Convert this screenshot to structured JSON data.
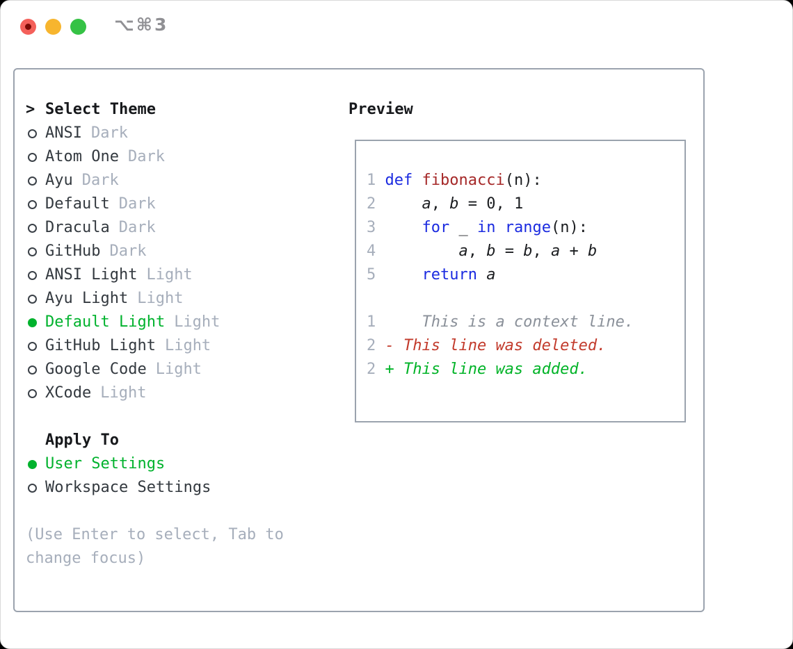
{
  "window": {
    "title": "⌥⌘3",
    "traffic_lights": [
      "close",
      "minimize",
      "zoom"
    ]
  },
  "colors": {
    "selected": "#00b22d",
    "keyword": "#1b2be0",
    "function": "#a52828",
    "deleted": "#c23a2b",
    "added": "#00b327",
    "muted": "#a6aebb",
    "context": "#8a9099",
    "border": "#9ba3ae"
  },
  "theme_selector": {
    "header_prefix": ">",
    "header": "Select Theme",
    "themes": [
      {
        "name": "ANSI",
        "variant": "Dark",
        "selected": false
      },
      {
        "name": "Atom One",
        "variant": "Dark",
        "selected": false
      },
      {
        "name": "Ayu",
        "variant": "Dark",
        "selected": false
      },
      {
        "name": "Default",
        "variant": "Dark",
        "selected": false
      },
      {
        "name": "Dracula",
        "variant": "Dark",
        "selected": false
      },
      {
        "name": "GitHub",
        "variant": "Dark",
        "selected": false
      },
      {
        "name": "ANSI Light",
        "variant": "Light",
        "selected": false
      },
      {
        "name": "Ayu Light",
        "variant": "Light",
        "selected": false
      },
      {
        "name": "Default Light",
        "variant": "Light",
        "selected": true
      },
      {
        "name": "GitHub Light",
        "variant": "Light",
        "selected": false
      },
      {
        "name": "Google Code",
        "variant": "Light",
        "selected": false
      },
      {
        "name": "XCode",
        "variant": "Light",
        "selected": false
      }
    ],
    "apply_to": {
      "header": "Apply To",
      "options": [
        {
          "name": "User Settings",
          "selected": true
        },
        {
          "name": "Workspace Settings",
          "selected": false
        }
      ]
    },
    "help": "(Use Enter to select, Tab to change focus)"
  },
  "preview": {
    "header": "Preview",
    "lines": [
      [
        {
          "c": "num",
          "t": "1"
        },
        {
          "c": "pln",
          "t": " "
        },
        {
          "c": "kw",
          "t": "def"
        },
        {
          "c": "pln",
          "t": " "
        },
        {
          "c": "fn",
          "t": "fibonacci"
        },
        {
          "c": "pln",
          "t": "(n):"
        }
      ],
      [
        {
          "c": "num",
          "t": "2"
        },
        {
          "c": "pln",
          "t": "     "
        },
        {
          "c": "var",
          "t": "a"
        },
        {
          "c": "pln",
          "t": ", "
        },
        {
          "c": "var",
          "t": "b"
        },
        {
          "c": "pln",
          "t": " = 0, 1"
        }
      ],
      [
        {
          "c": "num",
          "t": "3"
        },
        {
          "c": "pln",
          "t": "     "
        },
        {
          "c": "kw",
          "t": "for"
        },
        {
          "c": "pln",
          "t": " _ "
        },
        {
          "c": "kw",
          "t": "in"
        },
        {
          "c": "pln",
          "t": " "
        },
        {
          "c": "kw",
          "t": "range"
        },
        {
          "c": "pln",
          "t": "(n):"
        }
      ],
      [
        {
          "c": "num",
          "t": "4"
        },
        {
          "c": "pln",
          "t": "         "
        },
        {
          "c": "var",
          "t": "a"
        },
        {
          "c": "pln",
          "t": ", "
        },
        {
          "c": "var",
          "t": "b"
        },
        {
          "c": "pln",
          "t": " = "
        },
        {
          "c": "var",
          "t": "b"
        },
        {
          "c": "pln",
          "t": ", "
        },
        {
          "c": "var",
          "t": "a"
        },
        {
          "c": "pln",
          "t": " + "
        },
        {
          "c": "var",
          "t": "b"
        }
      ],
      [
        {
          "c": "num",
          "t": "5"
        },
        {
          "c": "pln",
          "t": "     "
        },
        {
          "c": "kw",
          "t": "return"
        },
        {
          "c": "pln",
          "t": " "
        },
        {
          "c": "var",
          "t": "a"
        }
      ],
      [],
      [
        {
          "c": "num",
          "t": "1"
        },
        {
          "c": "pln",
          "t": "     "
        },
        {
          "c": "ctx",
          "t": "This is a context line."
        }
      ],
      [
        {
          "c": "num",
          "t": "2"
        },
        {
          "c": "pln",
          "t": " "
        },
        {
          "c": "del",
          "t": "- This line was deleted."
        }
      ],
      [
        {
          "c": "num",
          "t": "2"
        },
        {
          "c": "pln",
          "t": " "
        },
        {
          "c": "add",
          "t": "+ This line was added."
        }
      ]
    ]
  }
}
